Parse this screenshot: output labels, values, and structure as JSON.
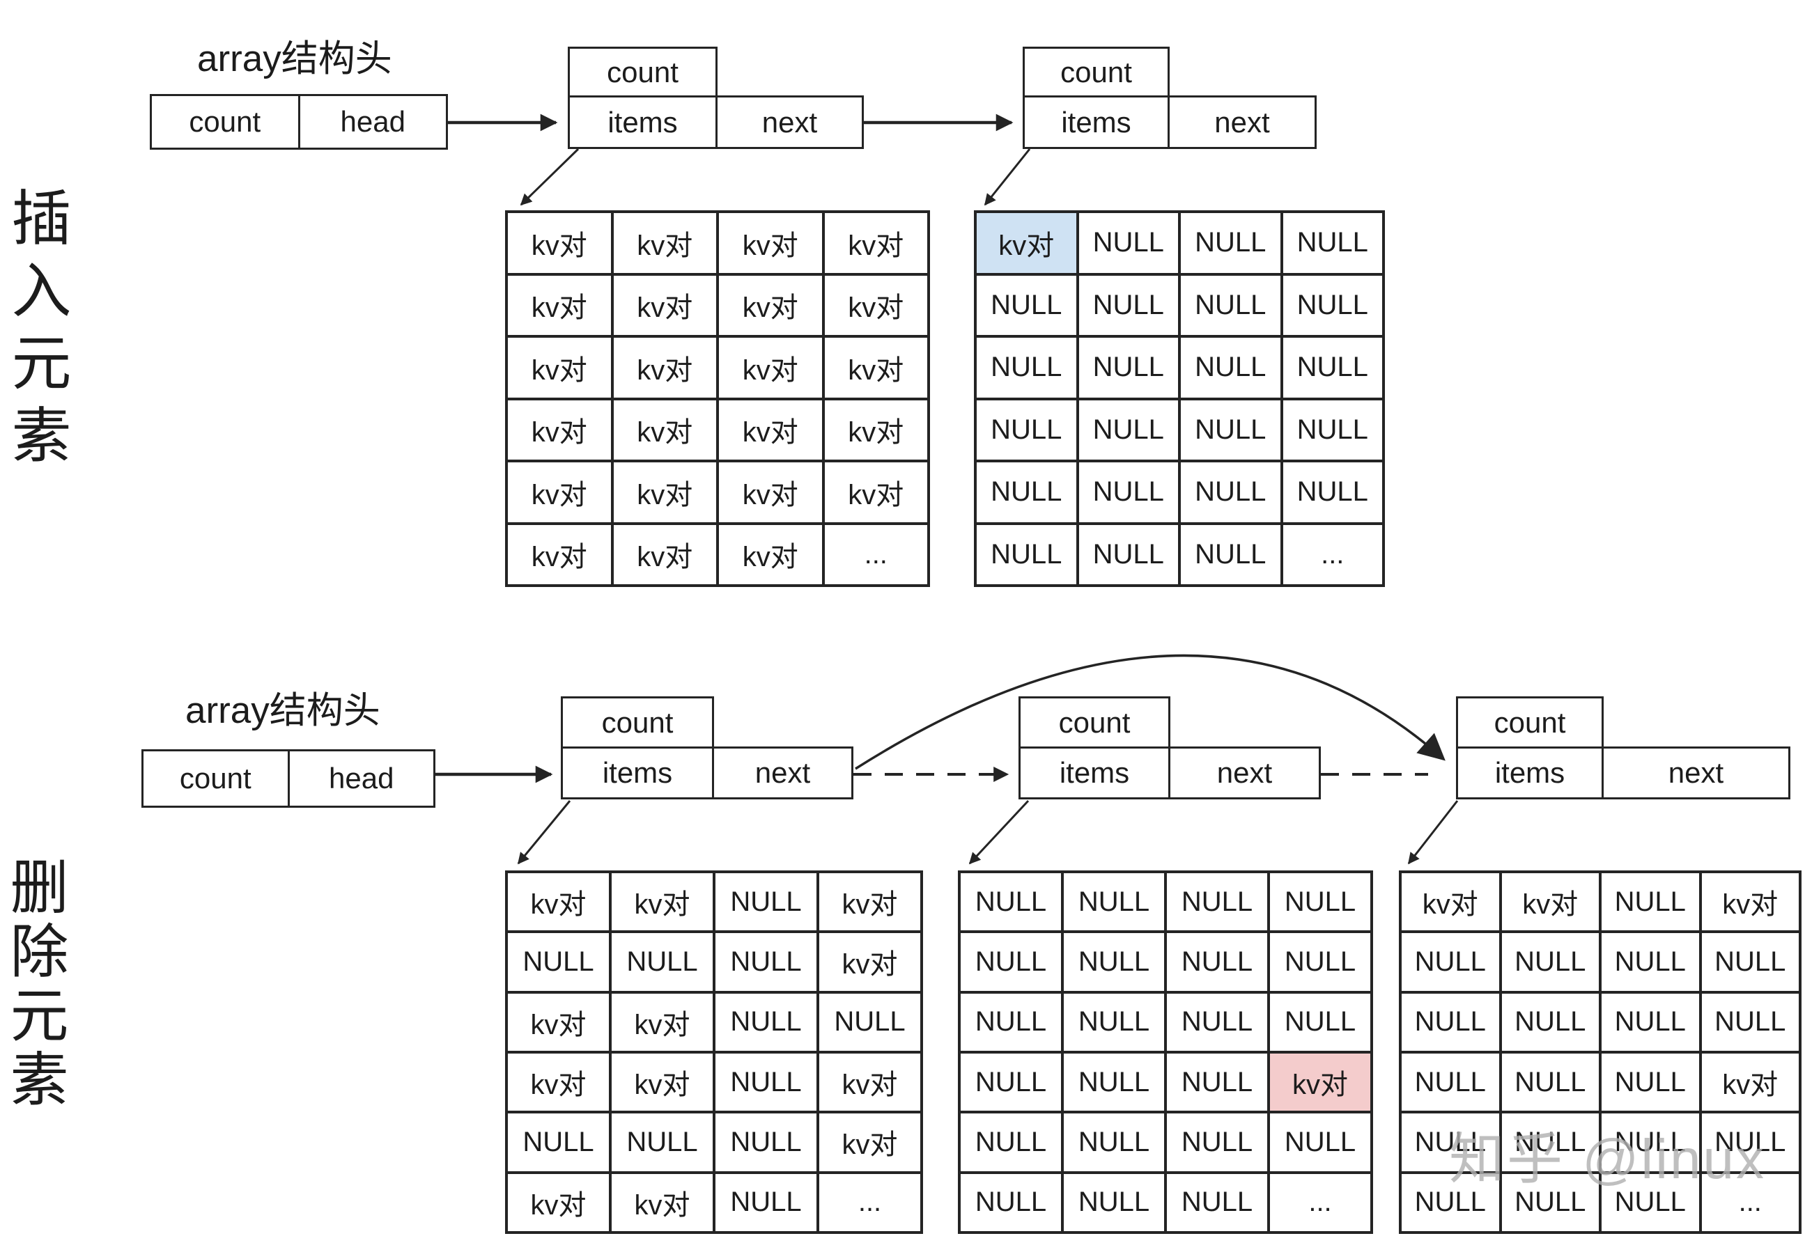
{
  "colors": {
    "line": "#242424",
    "highlight_blue": "#cfe2f3",
    "highlight_pink": "#f4cccc",
    "watermark_gray": "#b0b0b0"
  },
  "watermark": {
    "text": "知乎 @linux"
  },
  "insert_section": {
    "side_label": "插入元素",
    "array_header_label": "array结构头",
    "head_box": {
      "count": "count",
      "head": "head"
    },
    "nodes": [
      {
        "count": "count",
        "items": "items",
        "next": "next"
      },
      {
        "count": "count",
        "items": "items",
        "next": "next"
      }
    ],
    "tables": [
      {
        "rows": [
          [
            "kv对",
            "kv对",
            "kv对",
            "kv对"
          ],
          [
            "kv对",
            "kv对",
            "kv对",
            "kv对"
          ],
          [
            "kv对",
            "kv对",
            "kv对",
            "kv对"
          ],
          [
            "kv对",
            "kv对",
            "kv对",
            "kv对"
          ],
          [
            "kv对",
            "kv对",
            "kv对",
            "kv对"
          ],
          [
            "kv对",
            "kv对",
            "kv对",
            "..."
          ]
        ],
        "highlights": []
      },
      {
        "rows": [
          [
            "kv对",
            "NULL",
            "NULL",
            "NULL"
          ],
          [
            "NULL",
            "NULL",
            "NULL",
            "NULL"
          ],
          [
            "NULL",
            "NULL",
            "NULL",
            "NULL"
          ],
          [
            "NULL",
            "NULL",
            "NULL",
            "NULL"
          ],
          [
            "NULL",
            "NULL",
            "NULL",
            "NULL"
          ],
          [
            "NULL",
            "NULL",
            "NULL",
            "..."
          ]
        ],
        "highlights": [
          {
            "row": 0,
            "col": 0,
            "color": "#cfe2f3"
          }
        ]
      }
    ]
  },
  "delete_section": {
    "side_label": "删除元素",
    "array_header_label": "array结构头",
    "head_box": {
      "count": "count",
      "head": "head"
    },
    "nodes": [
      {
        "count": "count",
        "items": "items",
        "next": "next"
      },
      {
        "count": "count",
        "items": "items",
        "next": "next"
      },
      {
        "count": "count",
        "items": "items",
        "next": "next"
      }
    ],
    "tables": [
      {
        "rows": [
          [
            "kv对",
            "kv对",
            "NULL",
            "kv对"
          ],
          [
            "NULL",
            "NULL",
            "NULL",
            "kv对"
          ],
          [
            "kv对",
            "kv对",
            "NULL",
            "NULL"
          ],
          [
            "kv对",
            "kv对",
            "NULL",
            "kv对"
          ],
          [
            "NULL",
            "NULL",
            "NULL",
            "kv对"
          ],
          [
            "kv对",
            "kv对",
            "NULL",
            "..."
          ]
        ],
        "highlights": []
      },
      {
        "rows": [
          [
            "NULL",
            "NULL",
            "NULL",
            "NULL"
          ],
          [
            "NULL",
            "NULL",
            "NULL",
            "NULL"
          ],
          [
            "NULL",
            "NULL",
            "NULL",
            "NULL"
          ],
          [
            "NULL",
            "NULL",
            "NULL",
            "kv对"
          ],
          [
            "NULL",
            "NULL",
            "NULL",
            "NULL"
          ],
          [
            "NULL",
            "NULL",
            "NULL",
            "..."
          ]
        ],
        "highlights": [
          {
            "row": 3,
            "col": 3,
            "color": "#f4cccc"
          }
        ]
      },
      {
        "rows": [
          [
            "kv对",
            "kv对",
            "NULL",
            "kv对"
          ],
          [
            "NULL",
            "NULL",
            "NULL",
            "NULL"
          ],
          [
            "NULL",
            "NULL",
            "NULL",
            "NULL"
          ],
          [
            "NULL",
            "NULL",
            "NULL",
            "kv对"
          ],
          [
            "NULL",
            "NULL",
            "NULL",
            "NULL"
          ],
          [
            "NULL",
            "NULL",
            "NULL",
            "..."
          ]
        ],
        "highlights": []
      }
    ]
  }
}
